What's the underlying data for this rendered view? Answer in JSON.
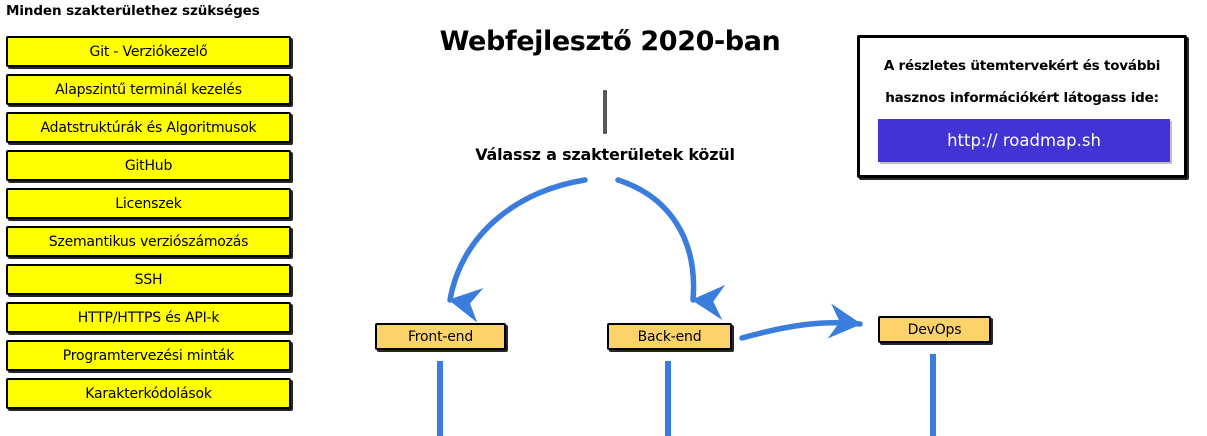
{
  "sidebar": {
    "heading": "Minden szakterülethez szükséges",
    "items": [
      {
        "label": "Git - Verziókezelő"
      },
      {
        "label": "Alapszintű terminál kezelés"
      },
      {
        "label": "Adatstruktúrák és Algoritmusok"
      },
      {
        "label": "GitHub"
      },
      {
        "label": "Licenszek"
      },
      {
        "label": "Szemantikus verziószámozás"
      },
      {
        "label": "SSH"
      },
      {
        "label": "HTTP/HTTPS és API-k"
      },
      {
        "label": "Programtervezési minták"
      },
      {
        "label": "Karakterkódolások"
      }
    ]
  },
  "center": {
    "title": "Webfejlesztő 2020-ban",
    "subtitle": "Válassz a szakterületek közül",
    "nodes": [
      {
        "label": "Front-end"
      },
      {
        "label": "Back-end"
      },
      {
        "label": "DevOps"
      }
    ]
  },
  "info_card": {
    "line1": "A részletes ütemtervekért és további",
    "line2": "hasznos információkért látogass ide:",
    "link_label": "http:// roadmap.sh"
  },
  "colors": {
    "skill_fill": "#ffff00",
    "node_fill": "#fcd36a",
    "outline": "#000000",
    "arrow_blue": "#3b7ddd",
    "link_purple": "#4133d4",
    "stem_gray": "#595959",
    "background": "#ffffff"
  }
}
